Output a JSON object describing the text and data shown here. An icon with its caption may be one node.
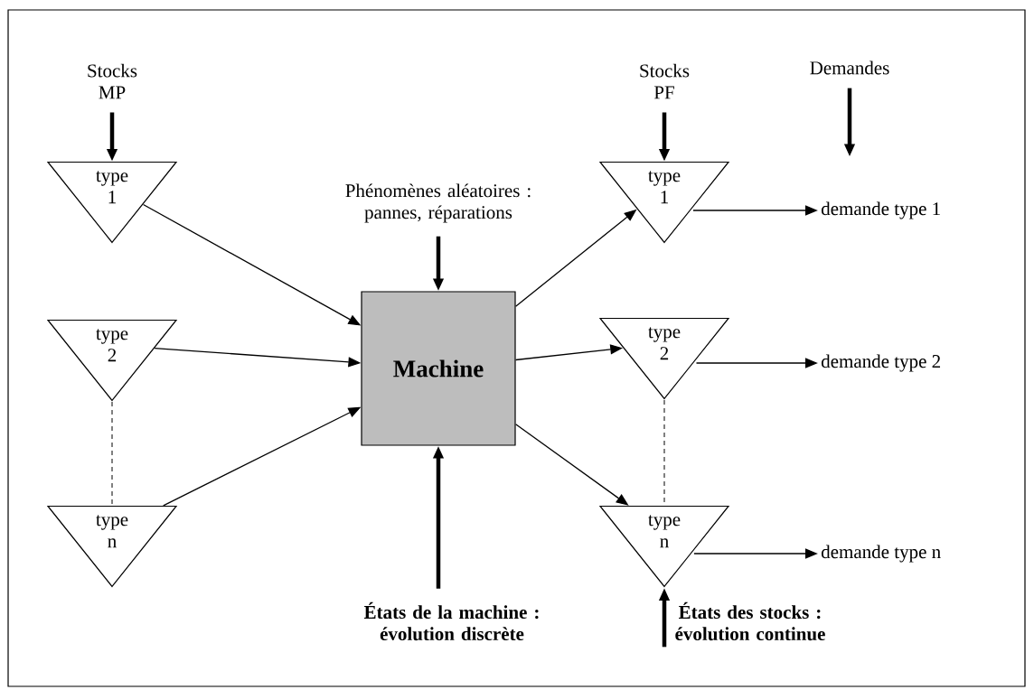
{
  "diagram": {
    "nodes": [
      {
        "text": [
          "Stocks MP"
        ]
      },
      {
        "text": [
          "type 1"
        ]
      },
      {
        "text": [
          "type 2"
        ]
      },
      {
        "text": [
          "type n"
        ]
      },
      {
        "text": [
          "Machine"
        ]
      },
      {
        "text": [
          "Phénomènes aléatoires : pannes, réparations"
        ]
      },
      {
        "text": [
          "Stocks PF"
        ]
      },
      {
        "text": [
          "Demandes"
        ]
      },
      {
        "text": [
          "type 1"
        ]
      },
      {
        "text": [
          "type 2"
        ]
      },
      {
        "text": [
          "type n"
        ]
      },
      {
        "text": [
          "demande type 1"
        ]
      },
      {
        "text": [
          "demande type 2"
        ]
      },
      {
        "text": [
          "demande type n"
        ]
      },
      {
        "text": [
          "États de la machine : évolution discrète"
        ]
      },
      {
        "text": [
          "États des stocks : évolution continue"
        ]
      }
    ],
    "edges": [
      {
        "from": 0,
        "to": 1,
        "arrow": "to",
        "style": "thick"
      },
      {
        "from": 5,
        "to": 4,
        "arrow": "to",
        "style": "thick"
      },
      {
        "from": 6,
        "to": 8,
        "arrow": "to",
        "style": "thick"
      },
      {
        "from": 7,
        "to": null,
        "arrow": "to",
        "style": "thick"
      },
      {
        "from": 1,
        "to": 4,
        "arrow": "to"
      },
      {
        "from": 2,
        "to": 4,
        "arrow": "to"
      },
      {
        "from": 3,
        "to": 4,
        "arrow": "to"
      },
      {
        "from": 4,
        "to": 8,
        "arrow": "to"
      },
      {
        "from": 4,
        "to": 9,
        "arrow": "to"
      },
      {
        "from": 4,
        "to": 10,
        "arrow": "to"
      },
      {
        "from": 8,
        "to": 11,
        "arrow": "to"
      },
      {
        "from": 9,
        "to": 12,
        "arrow": "to"
      },
      {
        "from": 10,
        "to": 13,
        "arrow": "to"
      },
      {
        "from": 2,
        "to": 3,
        "arrow": "none",
        "style": "dashed"
      },
      {
        "from": 9,
        "to": 10,
        "arrow": "none",
        "style": "dashed"
      },
      {
        "from": 14,
        "to": 4,
        "arrow": "to",
        "style": "thick"
      },
      {
        "from": 15,
        "to": 10,
        "arrow": "to",
        "style": "thick"
      }
    ]
  }
}
